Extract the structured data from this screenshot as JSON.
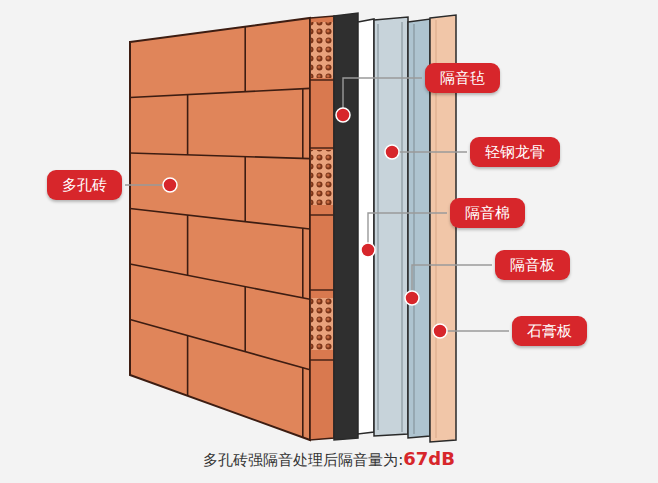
{
  "diagram": {
    "caption": "多孔砖强隔音处理后隔音量为:",
    "nodes": [
      {
        "text": [
          "隔音毡"
        ]
      },
      {
        "text": [
          "轻钢龙骨"
        ]
      },
      {
        "text": [
          "多孔砖"
        ]
      },
      {
        "text": [
          "隔音棉"
        ]
      },
      {
        "text": [
          "隔音板"
        ]
      },
      {
        "text": [
          "石膏板"
        ]
      }
    ],
    "labels": [
      "67dB"
    ]
  }
}
